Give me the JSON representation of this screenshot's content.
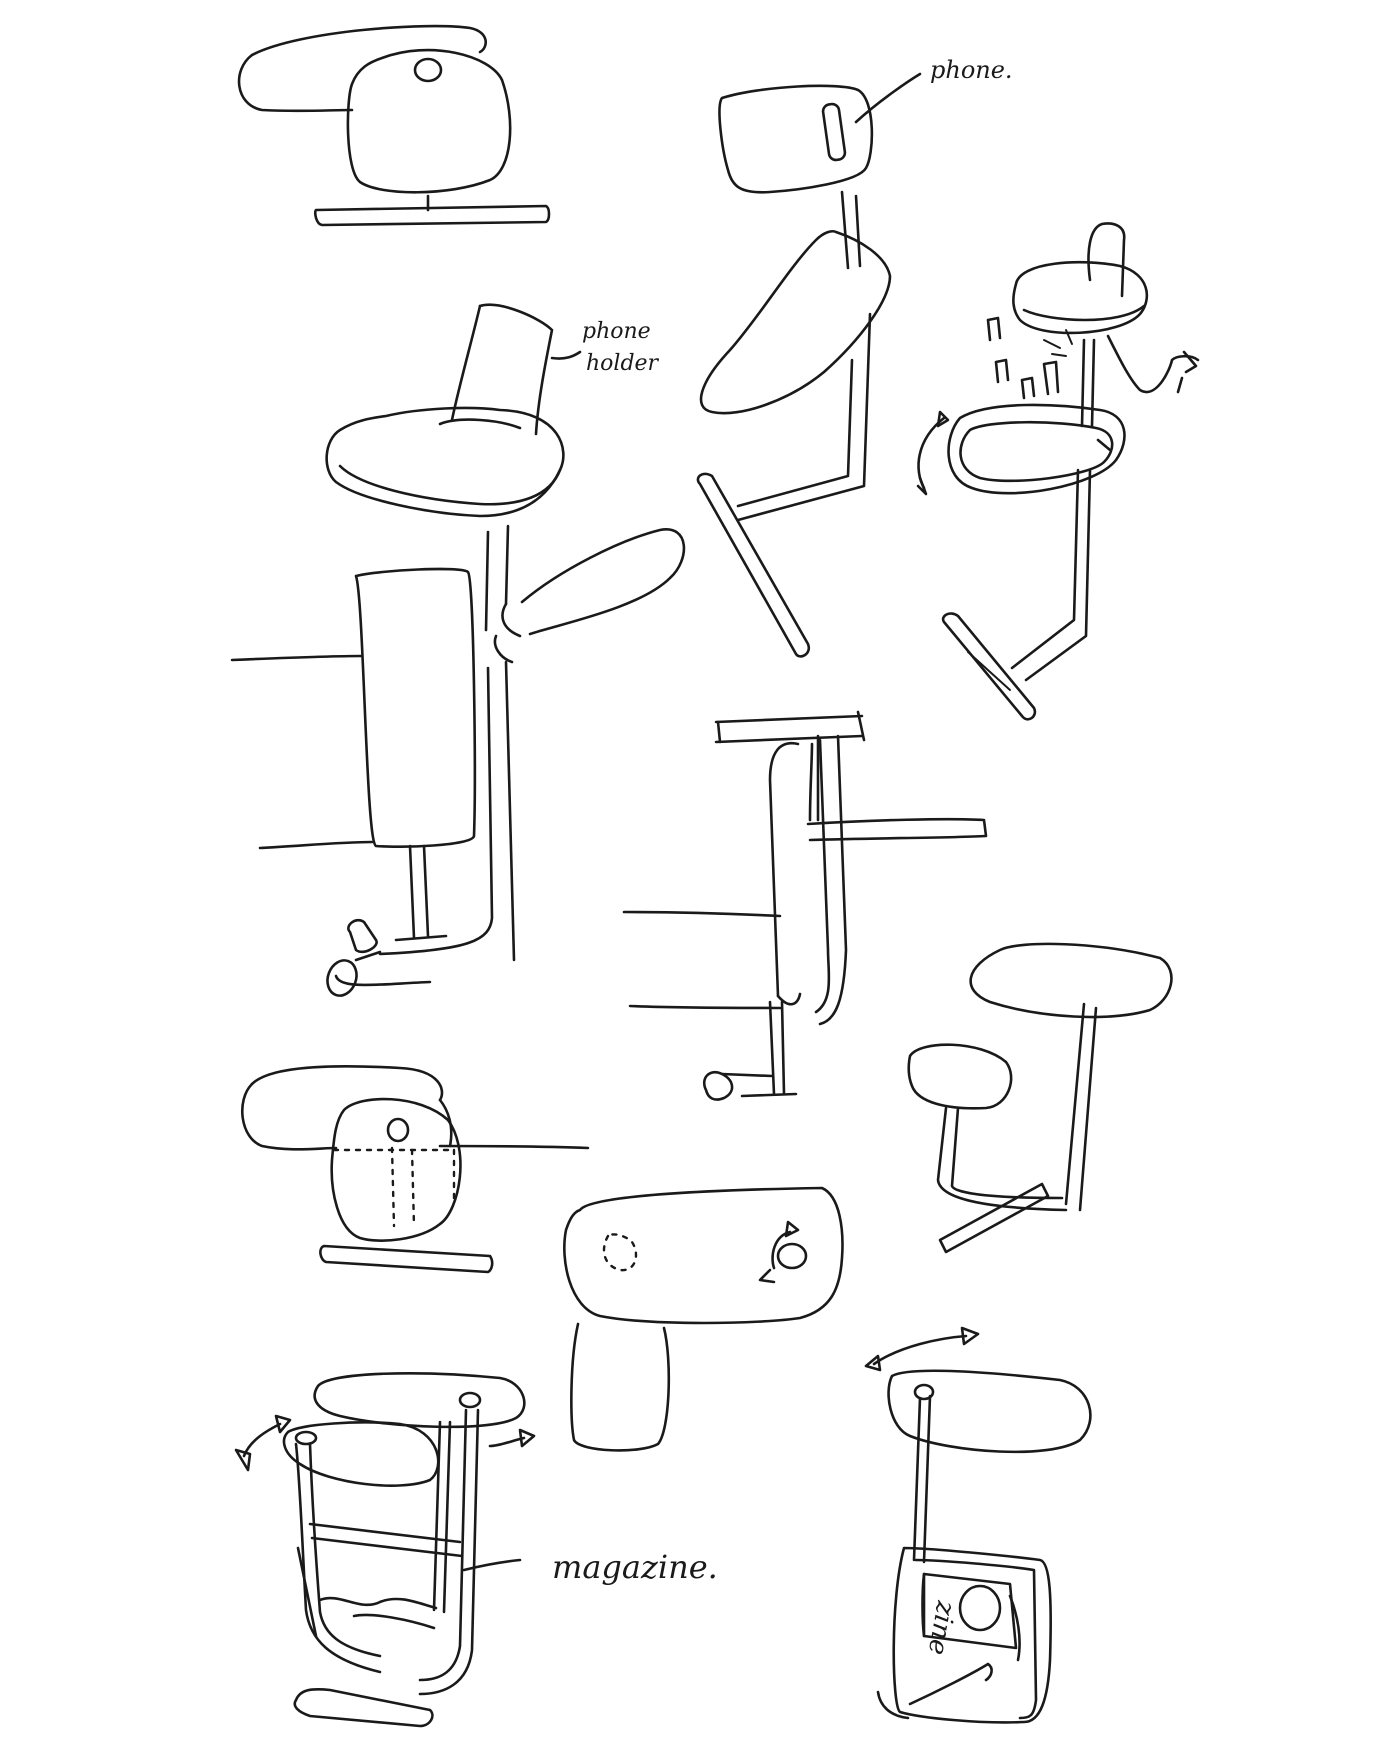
{
  "annotations": {
    "phone": "phone.",
    "phone_holder_line1": "phone",
    "phone_holder_line2": "holder",
    "magazine": "magazine.",
    "magazine_cover": "zine"
  }
}
